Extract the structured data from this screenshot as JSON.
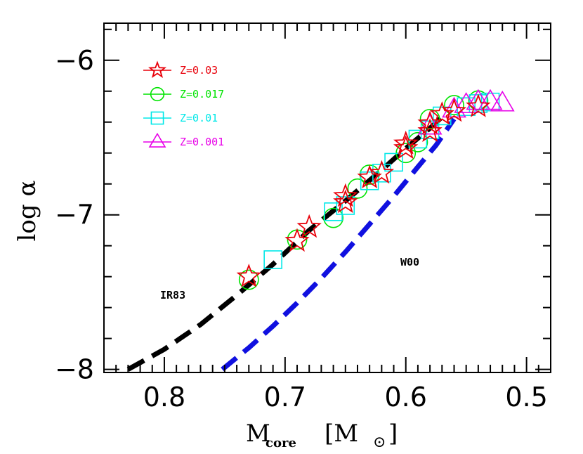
{
  "chart_data": {
    "type": "scatter",
    "xlabel": "M",
    "xlabel_sub": "core",
    "xlabel_unit": "[M",
    "xlabel_unit_sub": "⊙",
    "xlabel_unit_close": "]",
    "ylabel": "log α",
    "xlim": [
      0.85,
      0.48
    ],
    "ylim": [
      -8.02,
      -5.76
    ],
    "x_ticks": [
      {
        "value": 0.8,
        "label": "0.8"
      },
      {
        "value": 0.7,
        "label": "0.7"
      },
      {
        "value": 0.6,
        "label": "0.6"
      },
      {
        "value": 0.5,
        "label": "0.5"
      }
    ],
    "y_ticks": [
      {
        "value": -6,
        "label": "−6"
      },
      {
        "value": -7,
        "label": "−7"
      },
      {
        "value": -8,
        "label": "−8"
      }
    ],
    "legend_position": "top-left",
    "series": [
      {
        "name": "Z=0.03",
        "marker": "star",
        "color": "#e8000a",
        "x": [
          0.73,
          0.69,
          0.68,
          0.65,
          0.65,
          0.63,
          0.62,
          0.6,
          0.6,
          0.58,
          0.58,
          0.57,
          0.56,
          0.54
        ],
        "y": [
          -7.4,
          -7.17,
          -7.08,
          -6.92,
          -6.88,
          -6.76,
          -6.73,
          -6.57,
          -6.54,
          -6.46,
          -6.41,
          -6.35,
          -6.33,
          -6.3
        ]
      },
      {
        "name": "Z=0.017",
        "marker": "circle",
        "color": "#00e400",
        "x": [
          0.73,
          0.69,
          0.66,
          0.64,
          0.63,
          0.6,
          0.59,
          0.58,
          0.56,
          0.54
        ],
        "y": [
          -7.42,
          -7.16,
          -7.02,
          -6.83,
          -6.74,
          -6.6,
          -6.53,
          -6.38,
          -6.29,
          -6.26
        ]
      },
      {
        "name": "Z=0.01",
        "marker": "square",
        "color": "#00e8e8",
        "x": [
          0.71,
          0.66,
          0.65,
          0.63,
          0.62,
          0.61,
          0.59,
          0.58,
          0.57,
          0.55,
          0.54,
          0.53
        ],
        "y": [
          -7.29,
          -6.98,
          -6.94,
          -6.78,
          -6.73,
          -6.66,
          -6.51,
          -6.45,
          -6.36,
          -6.3,
          -6.28,
          -6.27
        ]
      },
      {
        "name": "Z=0.001",
        "marker": "triangle",
        "color": "#e800e8",
        "x": [
          0.58,
          0.56,
          0.55,
          0.54,
          0.53,
          0.52
        ],
        "y": [
          -6.43,
          -6.32,
          -6.29,
          -6.27,
          -6.27,
          -6.28
        ]
      }
    ],
    "curves": [
      {
        "label": "IR83",
        "color": "#000000",
        "x": [
          0.83,
          0.8,
          0.77,
          0.74,
          0.71,
          0.68,
          0.65,
          0.62,
          0.6,
          0.58,
          0.565
        ],
        "y": [
          -8.0,
          -7.87,
          -7.71,
          -7.52,
          -7.32,
          -7.1,
          -6.91,
          -6.71,
          -6.57,
          -6.44,
          -6.33
        ]
      },
      {
        "label": "W00",
        "color": "#1010e0",
        "x": [
          0.752,
          0.73,
          0.71,
          0.69,
          0.67,
          0.65,
          0.63,
          0.61,
          0.59,
          0.575,
          0.56
        ],
        "y": [
          -8.0,
          -7.86,
          -7.72,
          -7.57,
          -7.41,
          -7.24,
          -7.06,
          -6.88,
          -6.69,
          -6.55,
          -6.38
        ]
      }
    ]
  }
}
